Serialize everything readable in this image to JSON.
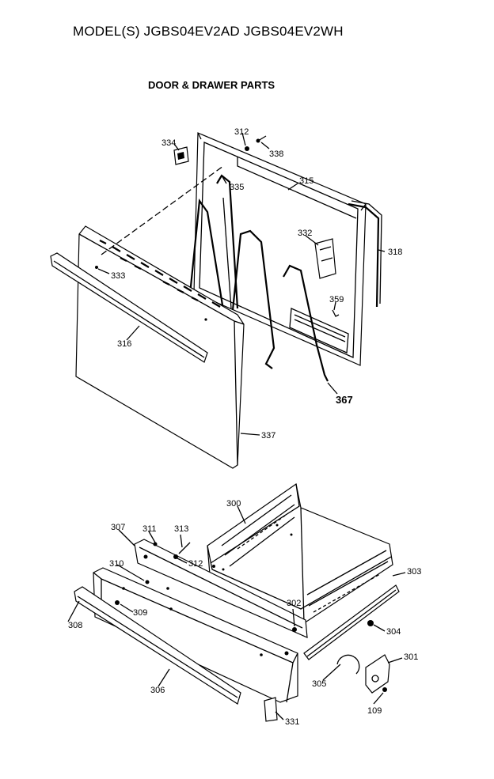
{
  "header": {
    "model_line": "MODEL(S) JGBS04EV2AD  JGBS04EV2WH",
    "section_title": "DOOR & DRAWER PARTS"
  },
  "callouts": {
    "p334": "334",
    "p312a": "312",
    "p338": "338",
    "p315": "315",
    "p335": "335",
    "p332": "332",
    "p318": "318",
    "p333": "333",
    "p359": "359",
    "p316": "316",
    "p367": "367",
    "p337": "337",
    "p300": "300",
    "p307": "307",
    "p311": "311",
    "p313": "313",
    "p312b": "312",
    "p310": "310",
    "p303": "303",
    "p302": "302",
    "p309": "309",
    "p308": "308",
    "p304": "304",
    "p301": "301",
    "p305": "305",
    "p306": "306",
    "p331": "331",
    "p109": "109"
  }
}
